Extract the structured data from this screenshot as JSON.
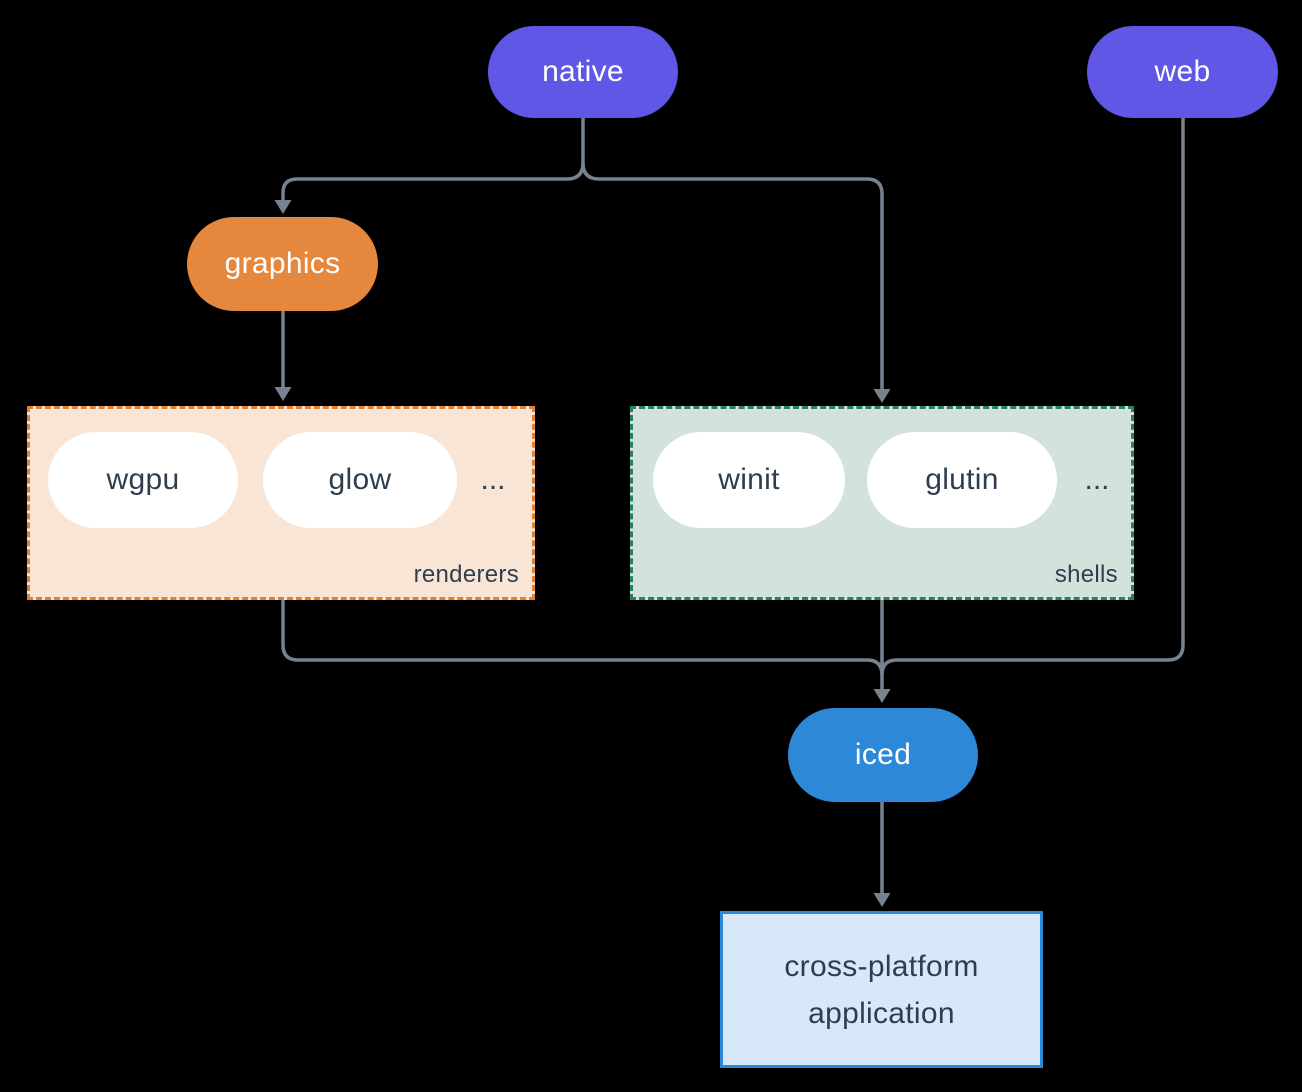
{
  "diagram": {
    "nodes": {
      "native": {
        "label": "native"
      },
      "web": {
        "label": "web"
      },
      "graphics": {
        "label": "graphics"
      },
      "iced": {
        "label": "iced"
      },
      "app": {
        "line1": "cross-platform",
        "line2": "application"
      }
    },
    "groups": {
      "renderers": {
        "label": "renderers",
        "items": [
          "wgpu",
          "glow"
        ],
        "ellipsis": "..."
      },
      "shells": {
        "label": "shells",
        "items": [
          "winit",
          "glutin"
        ],
        "ellipsis": "..."
      }
    },
    "colors": {
      "purple": "#6157e6",
      "orange": "#e5873d",
      "blue": "#2d88d8",
      "dark_text": "#2f3e4e",
      "line": "#76828f",
      "renderers_fill": "#f9e5d5",
      "renderers_border": "#e08231",
      "shells_fill": "#d4e2dc",
      "shells_border": "#2a7e6e",
      "app_fill": "#d7e9f9",
      "app_border": "#2e88d8",
      "white": "#ffffff",
      "background": "#000000"
    }
  }
}
